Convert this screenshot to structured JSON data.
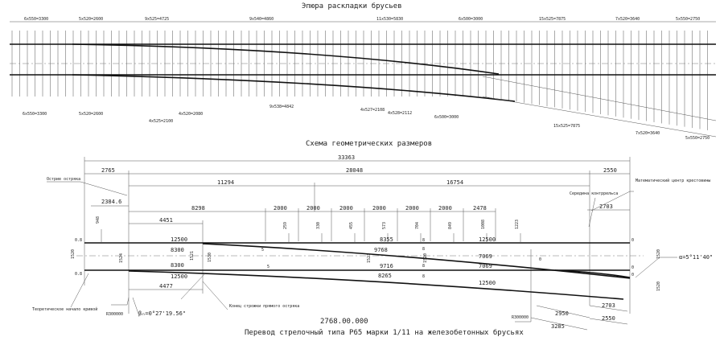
{
  "sheet": {
    "section1_title": "Эпюра раскладки брусьев",
    "section2_title": "Схема геометрических размеров",
    "drawing_number": "2768.00.000",
    "drawing_title": "Перевод стрелочный типа Р65 марки 1/11 на железобетонных брусьях"
  },
  "tie_layout": {
    "top_dims": [
      "6x550=3300",
      "5x520=2600",
      "9x525=4725",
      "9x540=4860",
      "11x530=5830",
      "6x500=3000",
      "15x525=7875",
      "7x520=3640",
      "5x550=2750"
    ],
    "bottom_dims": [
      "6x550=3300",
      "5x520=2600",
      "4x525=2100",
      "4x520=2080",
      "9x538=4842",
      "4x527=2108",
      "4x528=2112",
      "6x500=3000",
      "15x525=7875",
      "7x520=3640",
      "5x550=2750"
    ]
  },
  "geometry": {
    "dims": {
      "total": "33363",
      "front": "2765",
      "switch_to_center": "28048",
      "rear": "2550",
      "d11294": "11294",
      "d16754": "16754",
      "d2384": "2384.6",
      "d8298": "8298",
      "d2000": "2000",
      "d2478": "2478",
      "d4451": "4451",
      "d2703": "2703",
      "d4477": "4477",
      "d2950": "2950",
      "d3285": "3285",
      "d2703b": "2703",
      "d2550b": "2550"
    },
    "ordinates": [
      "948",
      "259",
      "330",
      "455",
      "573",
      "704",
      "849",
      "1008",
      "1223"
    ],
    "rail_lengths": {
      "r12500a": "12500",
      "r8300a": "8300",
      "r8300b": "8300",
      "r12500b": "12500",
      "r8355": "8355",
      "r9768": "9768",
      "r9716": "9716",
      "r8265": "8265",
      "r12500c": "12500",
      "r7069a": "7069",
      "r7069b": "7069",
      "r12500d": "12500"
    },
    "gauges": [
      "1520",
      "1524",
      "1521",
      "1530",
      "1521",
      "1520",
      "1520",
      "1520"
    ],
    "joint_marks": [
      "0.8",
      "0.8",
      "5",
      "5",
      "8",
      "8",
      "8",
      "8",
      "0",
      "0",
      "0",
      "0"
    ],
    "labels": {
      "switch_point": "Острие остряка",
      "theoretical_start": "Теоретическое начало кривой",
      "planing_end": "Конец строжки прямого остряка",
      "closure_mid": "Середина контррельса",
      "math_center": "Математический центр крестовины",
      "radius1": "R300000",
      "radius2": "R300000",
      "beta": "βₙ=0°27'19.56\"",
      "alpha": "α=5°11'40\""
    }
  }
}
